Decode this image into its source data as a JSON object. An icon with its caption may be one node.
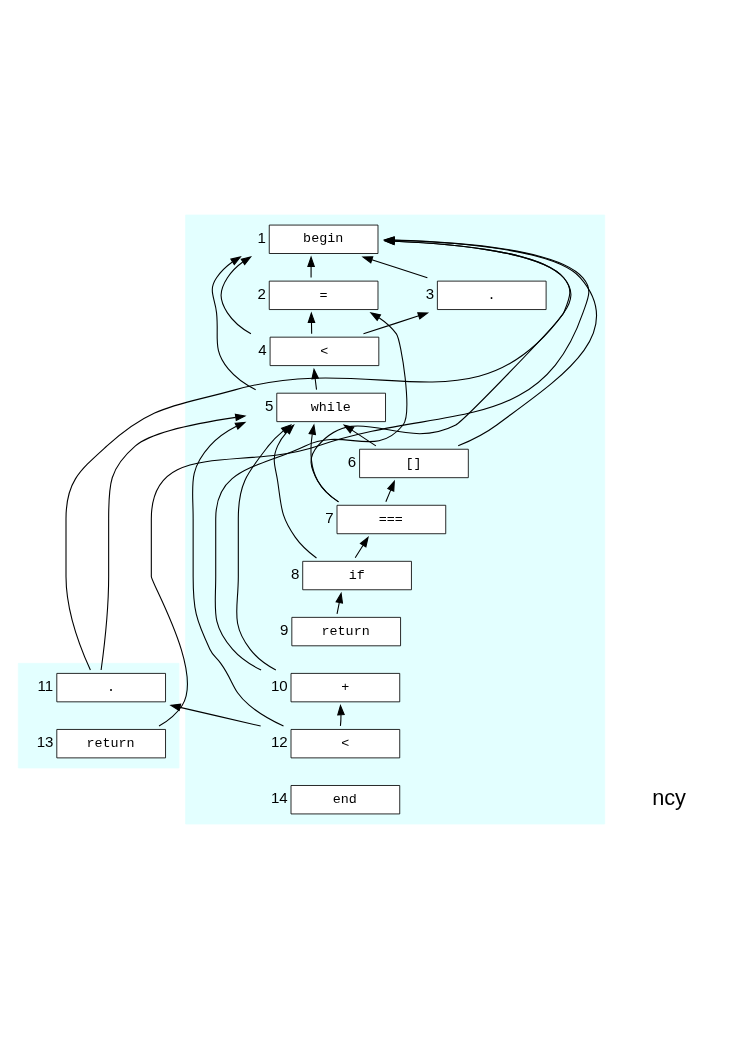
{
  "diagram": {
    "nodes": [
      {
        "text": [],
        "shape": "band"
      },
      {
        "text": [
          "begin"
        ],
        "beside": [
          "1"
        ],
        "in": 0
      },
      {
        "text": [
          "="
        ],
        "beside": [
          "2"
        ],
        "in": 0
      },
      {
        "text": [
          "."
        ],
        "beside": [
          "3"
        ],
        "in": 0
      },
      {
        "text": [
          "<"
        ],
        "beside": [
          "4"
        ],
        "in": 0
      },
      {
        "text": [
          "while"
        ],
        "beside": [
          "5"
        ],
        "in": 0
      },
      {
        "text": [
          "[]"
        ],
        "beside": [
          "6"
        ],
        "in": 0
      },
      {
        "text": [
          "==="
        ],
        "beside": [
          "7"
        ],
        "in": 0
      },
      {
        "text": [
          "if"
        ],
        "beside": [
          "8"
        ],
        "in": 0
      },
      {
        "text": [
          "return"
        ],
        "beside": [
          "9"
        ],
        "in": 0
      },
      {
        "text": [
          "+"
        ],
        "beside": [
          "10"
        ],
        "in": 0
      },
      {
        "text": [],
        "shape": "band"
      },
      {
        "text": [
          "."
        ],
        "beside": [
          "11"
        ],
        "in": 11
      },
      {
        "text": [
          "<"
        ],
        "beside": [
          "12"
        ],
        "in": 0
      },
      {
        "text": [
          "return"
        ],
        "beside": [
          "13"
        ],
        "in": 11
      },
      {
        "text": [
          "end"
        ],
        "beside": [
          "14"
        ],
        "in": 0
      }
    ],
    "edges": [
      {
        "from": 2,
        "to": 1,
        "arrow": "to"
      },
      {
        "from": 4,
        "to": 1,
        "arrow": "to"
      },
      {
        "from": 3,
        "to": 1,
        "arrow": "to"
      },
      {
        "from": 4,
        "to": 2,
        "arrow": "to"
      },
      {
        "from": 4,
        "to": 3,
        "arrow": "to"
      },
      {
        "from": 5,
        "to": 4,
        "arrow": "to"
      },
      {
        "from": 6,
        "to": 5,
        "arrow": "to"
      },
      {
        "from": 7,
        "to": 6,
        "arrow": "to"
      },
      {
        "from": 8,
        "to": 7,
        "arrow": "to"
      },
      {
        "from": 9,
        "to": 8,
        "arrow": "to"
      },
      {
        "from": 13,
        "to": 10,
        "arrow": "to"
      },
      {
        "from": 13,
        "to": 12,
        "arrow": "to"
      },
      {
        "from": 5,
        "to": 1,
        "arrow": "to"
      },
      {
        "from": 6,
        "to": 1,
        "arrow": "to"
      },
      {
        "from": 7,
        "to": 1,
        "arrow": "to"
      },
      {
        "from": 12,
        "to": 1,
        "arrow": "to"
      },
      {
        "from": 14,
        "to": 1,
        "arrow": "to"
      },
      {
        "from": 13,
        "to": 5,
        "arrow": "to"
      },
      {
        "from": 7,
        "to": 5,
        "arrow": "to"
      },
      {
        "from": 8,
        "to": 5,
        "arrow": "to"
      },
      {
        "from": 10,
        "to": 5,
        "arrow": "to"
      },
      {
        "from": 12,
        "to": 5,
        "arrow": "to"
      },
      {
        "from": 10,
        "to": 2,
        "arrow": "to"
      }
    ],
    "labels": [
      "ncy"
    ]
  }
}
